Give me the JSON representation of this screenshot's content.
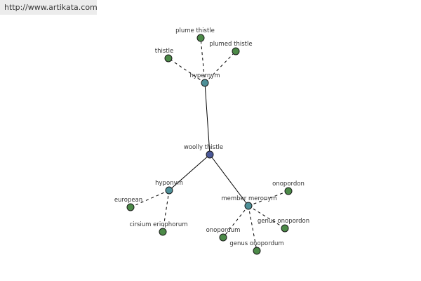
{
  "header": {
    "url": "http://www.artikata.com"
  },
  "colors": {
    "center": "#4a5898",
    "relation": "#4e9098",
    "leaf": "#4c8a48",
    "stroke": "#1a1a1a",
    "edge": "#000000"
  },
  "graph": {
    "nodes": [
      {
        "id": "woolly-thistle",
        "label": "woolly thistle",
        "kind": "center"
      },
      {
        "id": "hypernym",
        "label": "hypernym",
        "kind": "relation"
      },
      {
        "id": "hyponym",
        "label": "hyponym",
        "kind": "relation"
      },
      {
        "id": "member-meronym",
        "label": "member meronym",
        "kind": "relation"
      },
      {
        "id": "plume-thistle",
        "label": "plume thistle",
        "kind": "leaf"
      },
      {
        "id": "plumed-thistle",
        "label": "plumed thistle",
        "kind": "leaf"
      },
      {
        "id": "thistle",
        "label": "thistle",
        "kind": "leaf"
      },
      {
        "id": "european",
        "label": "european",
        "kind": "leaf"
      },
      {
        "id": "cirsium-eriophorum",
        "label": "cirsium eriophorum",
        "kind": "leaf"
      },
      {
        "id": "onopordon",
        "label": "onopordon",
        "kind": "leaf"
      },
      {
        "id": "genus-onopordon",
        "label": "genus onopordon",
        "kind": "leaf"
      },
      {
        "id": "onopordum",
        "label": "onopordum",
        "kind": "leaf"
      },
      {
        "id": "genus-onopordum",
        "label": "genus onopordum",
        "kind": "leaf"
      }
    ],
    "edges": [
      {
        "from": "woolly-thistle",
        "to": "hypernym",
        "style": "solid"
      },
      {
        "from": "woolly-thistle",
        "to": "hyponym",
        "style": "solid"
      },
      {
        "from": "woolly-thistle",
        "to": "member-meronym",
        "style": "solid"
      },
      {
        "from": "hypernym",
        "to": "plume-thistle",
        "style": "dashed"
      },
      {
        "from": "hypernym",
        "to": "plumed-thistle",
        "style": "dashed"
      },
      {
        "from": "hypernym",
        "to": "thistle",
        "style": "dashed"
      },
      {
        "from": "hyponym",
        "to": "european",
        "style": "dashed"
      },
      {
        "from": "hyponym",
        "to": "cirsium-eriophorum",
        "style": "dashed"
      },
      {
        "from": "member-meronym",
        "to": "onopordon",
        "style": "dashed"
      },
      {
        "from": "member-meronym",
        "to": "genus-onopordon",
        "style": "dashed"
      },
      {
        "from": "member-meronym",
        "to": "onopordum",
        "style": "dashed"
      },
      {
        "from": "member-meronym",
        "to": "genus-onopordum",
        "style": "dashed"
      }
    ]
  }
}
